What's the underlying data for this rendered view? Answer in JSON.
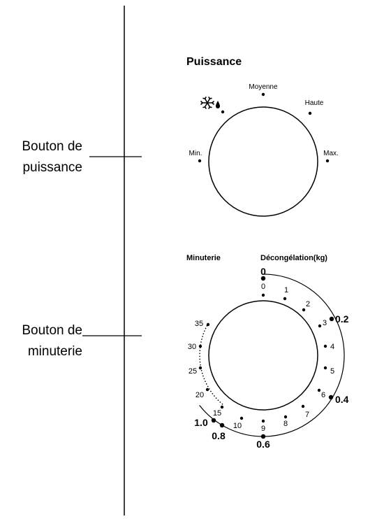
{
  "callouts": {
    "power_line1": "Bouton de",
    "power_line2": "puissance",
    "timer_line1": "Bouton de",
    "timer_line2": "minuterie"
  },
  "power_knob": {
    "title": "Puissance",
    "labels": {
      "min": "Min.",
      "medium": "Moyenne",
      "high": "Haute",
      "max": "Max."
    },
    "defrost_icons": [
      "snowflake-icon",
      "water-drop-icon"
    ]
  },
  "timer_knob": {
    "title_left": "Minuterie",
    "title_right": "Décongélation(kg)",
    "minutes_labels": [
      "0",
      "1",
      "2",
      "3",
      "4",
      "5",
      "6",
      "7",
      "8",
      "9",
      "10",
      "15",
      "20",
      "25",
      "30",
      "35"
    ],
    "weight_labels": [
      "0",
      "0.2",
      "0.4",
      "0.6",
      "0.8",
      "1.0"
    ]
  },
  "colors": {
    "line": "#000000",
    "background": "#ffffff"
  }
}
